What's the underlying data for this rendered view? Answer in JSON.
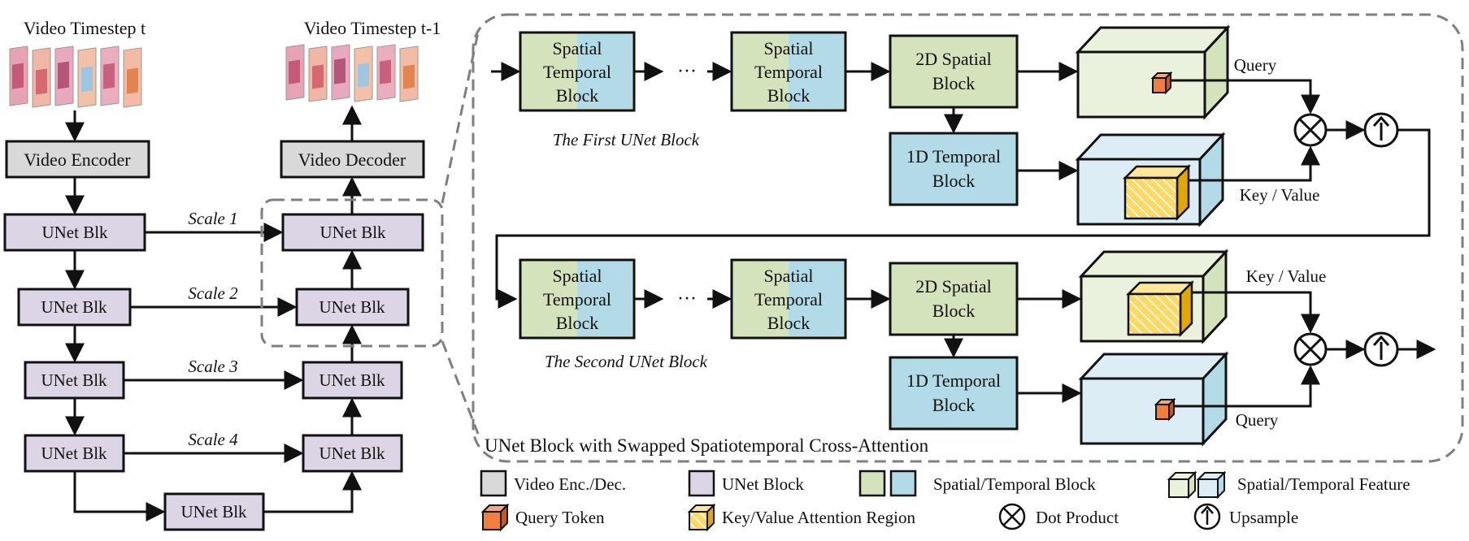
{
  "left": {
    "input_label": "Video Timestep t",
    "output_label": "Video Timestep t-1",
    "encoder_label": "Video Encoder",
    "decoder_label": "Video Decoder",
    "unet_label": "UNet Blk",
    "scale_labels": [
      "Scale 1",
      "Scale 2",
      "Scale 3",
      "Scale 4"
    ]
  },
  "detail": {
    "caption": "UNet Block with Swapped Spatiotemporal Cross-Attention",
    "st_block_lines": [
      "Spatial",
      "Temporal",
      "Block"
    ],
    "spatial2d_lines": [
      "2D Spatial",
      "Block"
    ],
    "temporal1d_lines": [
      "1D Temporal",
      "Block"
    ],
    "ellipsis": "···",
    "first_block_caption": "The First UNet Block",
    "second_block_caption": "The Second UNet Block",
    "query_label": "Query",
    "kv_label": "Key / Value"
  },
  "legend": {
    "enc_dec": "Video Enc./Dec.",
    "unet_block": "UNet Block",
    "st_block": "Spatial/Temporal Block",
    "st_feature": "Spatial/Temporal Feature",
    "query_token": "Query Token",
    "kv_region": "Key/Value Attention Region",
    "dot_product": "Dot Product",
    "upsample": "Upsample"
  },
  "colors": {
    "encoder_fill": "#d9d9d9",
    "unet_fill": "#dcd5e6",
    "spatial_fill": "#d5e3bc",
    "temporal_fill": "#b3dbe7",
    "spatial_feature_fill": "#eaf1dc",
    "temporal_feature_fill": "#dcedf5",
    "query_token_fill": "#f07f3f",
    "kv_region_fill": "#ffd966",
    "dashed_border": "#7f7f7f"
  }
}
